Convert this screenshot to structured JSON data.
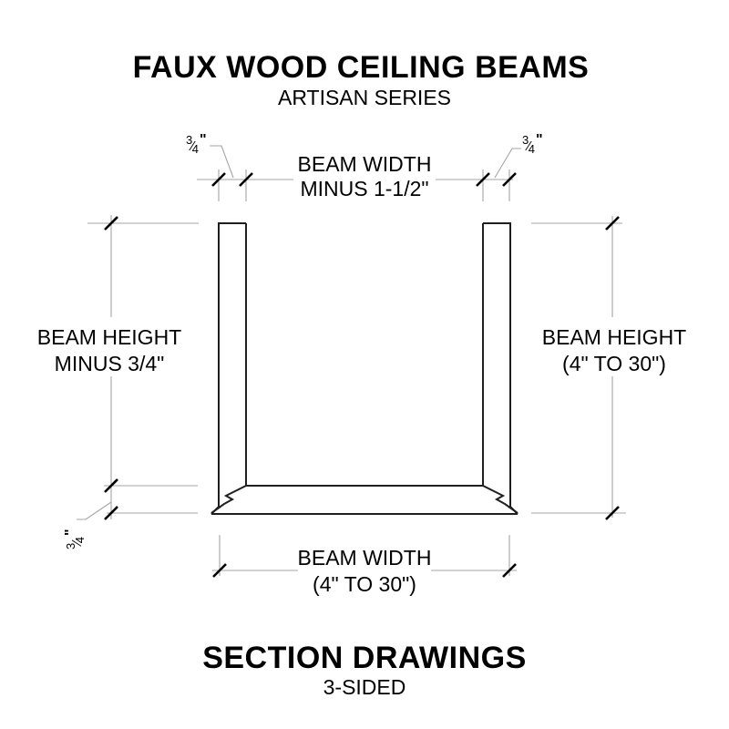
{
  "header": {
    "title": "FAUX WOOD CEILING BEAMS",
    "subtitle": "ARTISAN SERIES"
  },
  "footer": {
    "title": "SECTION DRAWINGS",
    "subtitle": "3-SIDED"
  },
  "drawing": {
    "type": "beam-cross-section",
    "labels": {
      "top_width": {
        "line1": "BEAM WIDTH",
        "line2": "MINUS 1-1/2\""
      },
      "left_height": {
        "line1": "BEAM HEIGHT",
        "line2": "MINUS 3/4\""
      },
      "right_height": {
        "line1": "BEAM HEIGHT",
        "line2": "(4\" TO 30\")"
      },
      "bottom_width": {
        "line1": "BEAM WIDTH",
        "line2": "(4\" TO 30\")"
      },
      "thickness": {
        "numerator": "3",
        "slash": "⁄",
        "denominator": "4",
        "unit": "\""
      }
    },
    "colors": {
      "outline": "#1f1f1f",
      "dimension": "#a4a4a4",
      "text": "#000000",
      "background": "#ffffff"
    }
  }
}
